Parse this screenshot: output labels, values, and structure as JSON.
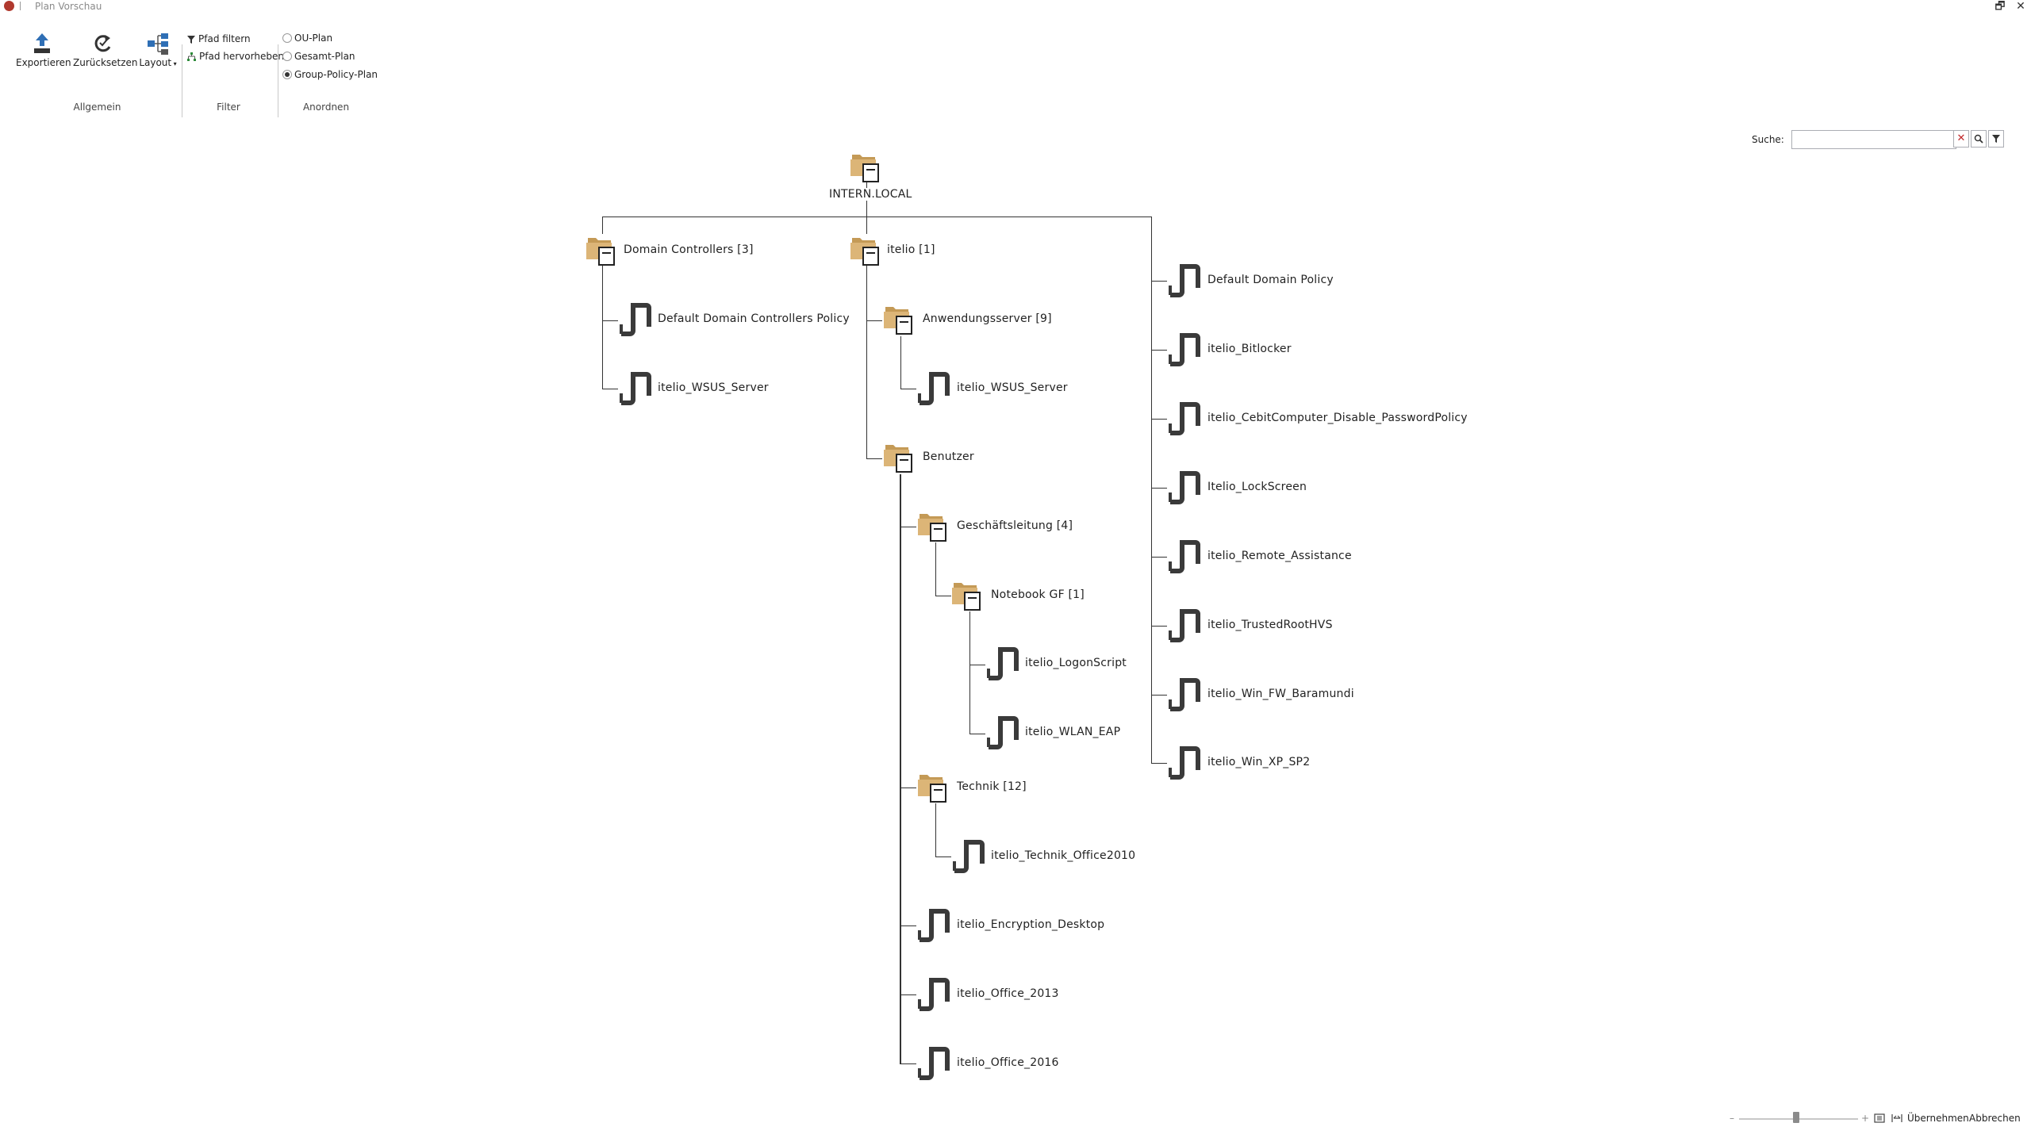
{
  "window": {
    "title": "Plan Vorschau",
    "restore_glyph": "🗗",
    "close_glyph": "✕"
  },
  "ribbon": {
    "export_label": "Exportieren",
    "reset_label": "Zurücksetzen",
    "layout_label": "Layout",
    "filter_path_label": "Pfad filtern",
    "highlight_path_label": "Pfad hervorheben",
    "arrange_options": [
      "OU-Plan",
      "Gesamt-Plan",
      "Group-Policy-Plan"
    ],
    "arrange_selected": "Group-Policy-Plan",
    "groups": {
      "general": "Allgemein",
      "filter": "Filter",
      "arrange": "Anordnen"
    }
  },
  "search": {
    "label": "Suche:",
    "value": "",
    "clear_glyph": "✕"
  },
  "tree": {
    "root": "INTERN.LOCAL",
    "ous": {
      "domain_controllers": "Domain Controllers [3]",
      "itelio": "itelio [1]",
      "anwendungsserver": "Anwendungsserver [9]",
      "benutzer": "Benutzer",
      "geschaeftsleitung": "Geschäftsleitung [4]",
      "notebook_gf": "Notebook GF [1]",
      "technik": "Technik [12]"
    },
    "policies": {
      "dc_default": "Default Domain Controllers Policy",
      "dc_wsus": "itelio_WSUS_Server",
      "app_wsus": "itelio_WSUS_Server",
      "gf_logon": "itelio_LogonScript",
      "gf_wlan": "itelio_WLAN_EAP",
      "technik_office": "itelio_Technik_Office2010",
      "benutzer_encryption": "itelio_Encryption_Desktop",
      "benutzer_office2013": "itelio_Office_2013",
      "benutzer_office2016": "itelio_Office_2016",
      "domain_policies": [
        "Default Domain Policy",
        "itelio_Bitlocker",
        "itelio_CebitComputer_Disable_PasswordPolicy",
        "Itelio_LockScreen",
        "itelio_Remote_Assistance",
        "itelio_TrustedRootHVS",
        "itelio_Win_FW_Baramundi",
        "itelio_Win_XP_SP2"
      ]
    }
  },
  "footer": {
    "apply_label": "Übernehmen",
    "cancel_label": "Abbrechen",
    "zoom_out": "–",
    "zoom_in": "+"
  },
  "colors": {
    "folder": "#d9b272",
    "folder_dark": "#c49a56",
    "gpo": "#3a3a3a"
  }
}
